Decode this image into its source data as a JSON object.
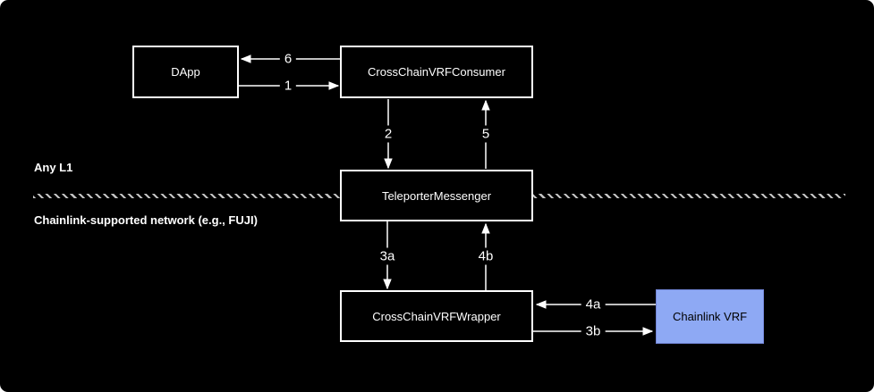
{
  "canvas": {
    "background": "#000000",
    "line_color": "#ffffff",
    "divider_color": "#c4c4c4",
    "chainlink_node_fill": "#8EA9F4",
    "chainlink_node_border": "#7285D6"
  },
  "regions": {
    "top_label": "Any L1",
    "bottom_label": "Chainlink-supported network (e.g., FUJI)"
  },
  "nodes": {
    "dapp": {
      "label": "DApp"
    },
    "consumer": {
      "label": "CrossChainVRFConsumer"
    },
    "teleporter": {
      "label": "TeleporterMessenger"
    },
    "wrapper": {
      "label": "CrossChainVRFWrapper"
    },
    "chainlink": {
      "label": "Chainlink VRF"
    }
  },
  "edges": {
    "e1": {
      "label": "1",
      "from": "DApp",
      "to": "CrossChainVRFConsumer"
    },
    "e2": {
      "label": "2",
      "from": "CrossChainVRFConsumer",
      "to": "TeleporterMessenger"
    },
    "e3a": {
      "label": "3a",
      "from": "TeleporterMessenger",
      "to": "CrossChainVRFWrapper"
    },
    "e3b": {
      "label": "3b",
      "from": "CrossChainVRFWrapper",
      "to": "Chainlink VRF"
    },
    "e4a": {
      "label": "4a",
      "from": "Chainlink VRF",
      "to": "CrossChainVRFWrapper"
    },
    "e4b": {
      "label": "4b",
      "from": "CrossChainVRFWrapper",
      "to": "TeleporterMessenger"
    },
    "e5": {
      "label": "5",
      "from": "TeleporterMessenger",
      "to": "CrossChainVRFConsumer"
    },
    "e6": {
      "label": "6",
      "from": "CrossChainVRFConsumer",
      "to": "DApp"
    }
  }
}
